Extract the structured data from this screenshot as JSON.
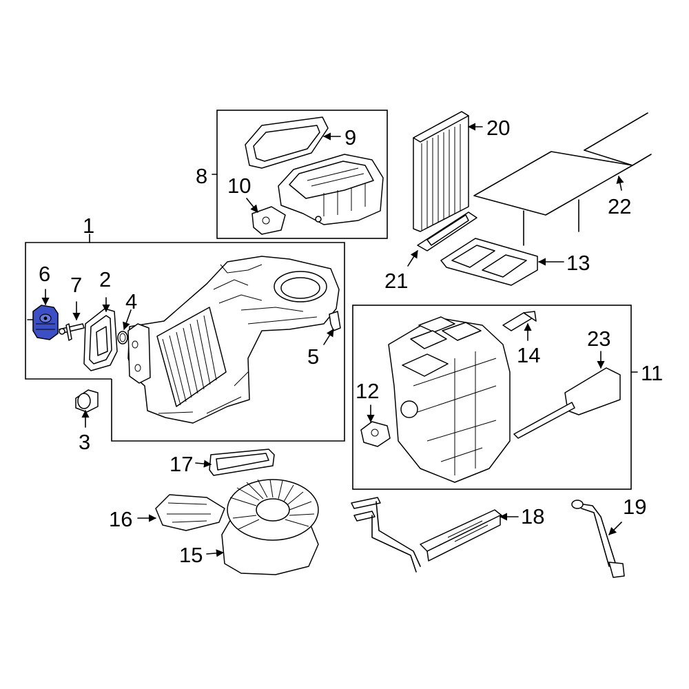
{
  "callouts": [
    "1",
    "2",
    "3",
    "4",
    "5",
    "6",
    "7",
    "8",
    "9",
    "10",
    "11",
    "12",
    "13",
    "14",
    "15",
    "16",
    "17",
    "18",
    "19",
    "20",
    "21",
    "22",
    "23"
  ],
  "colors": {
    "highlight": "#3d4fc4",
    "line": "#000000",
    "background": "#ffffff"
  },
  "highlighted_part": "6"
}
